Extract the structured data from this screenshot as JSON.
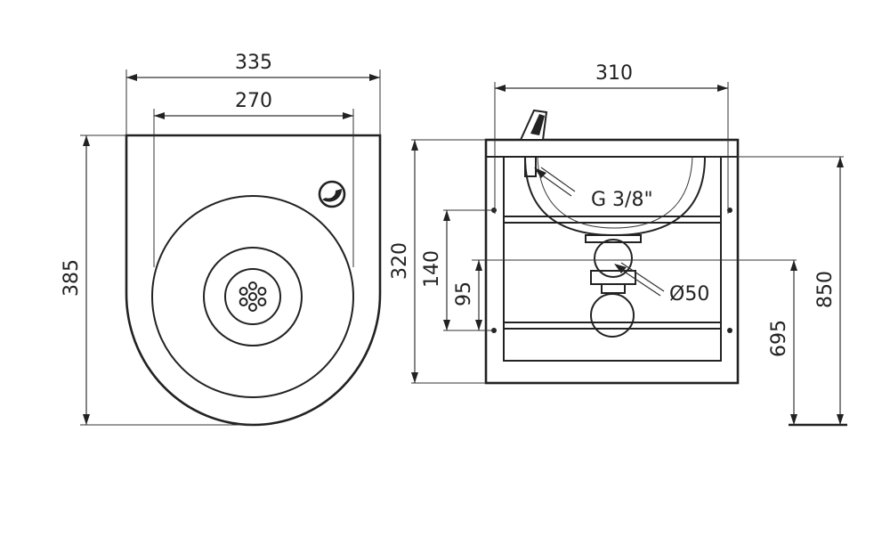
{
  "top_view": {
    "overall_width": "335",
    "basin_width": "270",
    "depth": "385"
  },
  "front_view": {
    "overall_width": "310",
    "height": "320",
    "bracket_spacing": "140",
    "waste_height_offset": "95",
    "inlet_thread": "G 3/8\"",
    "waste_diameter": "Ø50",
    "mounting_height": "850",
    "waste_height": "695"
  },
  "colors": {
    "line": "#222222",
    "background": "#ffffff"
  }
}
